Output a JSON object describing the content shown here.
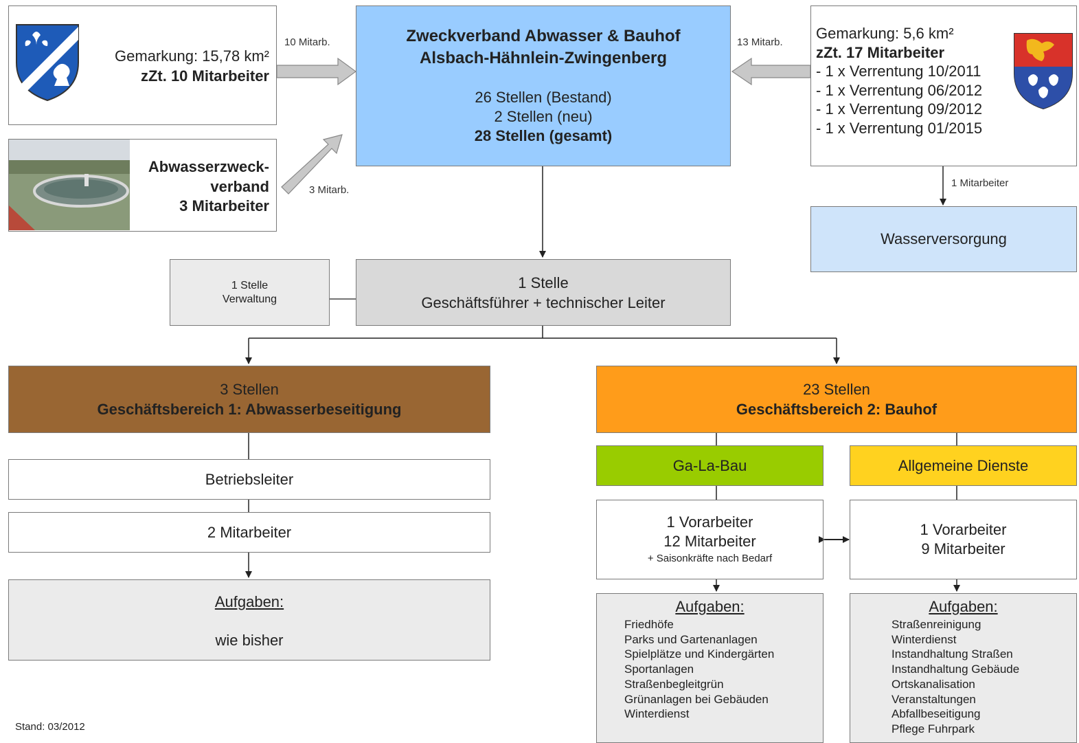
{
  "alsbach": {
    "gemarkung": "Gemarkung: 15,78 km²",
    "mitarbeiter": "zZt. 10 Mitarbeiter"
  },
  "arrows": {
    "left": "10 Mitarb.",
    "right": "13 Mitarb.",
    "abwasser": "3 Mitarb.",
    "wasser": "1 Mitarbeiter"
  },
  "abwasserverband": {
    "line1": "Abwasserzweck-",
    "line2": "verband",
    "line3": "3 Mitarbeiter"
  },
  "zweckverband": {
    "title1": "Zweckverband Abwasser & Bauhof",
    "title2": "Alsbach-Hähnlein-Zwingenberg",
    "bestand": "26 Stellen (Bestand)",
    "neu": "2 Stellen (neu)",
    "gesamt": "28 Stellen (gesamt)"
  },
  "zwingenberg": {
    "gemarkung": "Gemarkung: 5,6 km²",
    "mitarbeiter": "zZt. 17 Mitarbeiter",
    "verrentungen": [
      "- 1 x Verrentung 10/2011",
      "- 1 x Verrentung 06/2012",
      "- 1 x Verrentung 09/2012",
      "- 1 x Verrentung 01/2015"
    ]
  },
  "wasserversorgung": "Wasserversorgung",
  "verwaltung": {
    "line1": "1 Stelle",
    "line2": "Verwaltung"
  },
  "geschaeftsfuehrer": {
    "line1": "1 Stelle",
    "line2": "Geschäftsführer +  technischer Leiter"
  },
  "bereich1": {
    "stellen": "3 Stellen",
    "title": "Geschäftsbereich 1: Abwasserbeseitigung",
    "betriebsleiter": "Betriebsleiter",
    "mitarbeiter": "2 Mitarbeiter",
    "aufgaben_title": "Aufgaben:",
    "aufgaben_text": "wie bisher"
  },
  "bereich2": {
    "stellen": "23 Stellen",
    "title": "Geschäftsbereich 2: Bauhof",
    "galabau": {
      "name": "Ga-La-Bau",
      "vorarbeiter": "1 Vorarbeiter",
      "mitarbeiter": "12 Mitarbeiter",
      "saison": "+ Saisonkräfte nach Bedarf",
      "aufgaben_title": "Aufgaben:",
      "aufgaben": [
        "Friedhöfe",
        "Parks und Gartenanlagen",
        "Spielplätze und Kindergärten",
        "Sportanlagen",
        "Straßenbegleitgrün",
        "Grünanlagen bei Gebäuden",
        "Winterdienst"
      ]
    },
    "dienste": {
      "name": "Allgemeine Dienste",
      "vorarbeiter": "1 Vorarbeiter",
      "mitarbeiter": "9 Mitarbeiter",
      "aufgaben_title": "Aufgaben:",
      "aufgaben": [
        "Straßenreinigung",
        "Winterdienst",
        "Instandhaltung Straßen",
        "Instandhaltung Gebäude",
        "Ortskanalisation",
        "Veranstaltungen",
        "Abfallbeseitigung",
        "Pflege Fuhrpark"
      ]
    }
  },
  "stand": "Stand: 03/2012",
  "colors": {
    "zweckverband": "#99ccff",
    "wasserversorgung": "#cfe4fa",
    "grey": "#d9d9d9",
    "lightgrey": "#ebebeb",
    "bereich1": "#996633",
    "bereich2": "#ff9c1a",
    "galabau": "#99cc00",
    "dienste": "#ffd21f"
  }
}
